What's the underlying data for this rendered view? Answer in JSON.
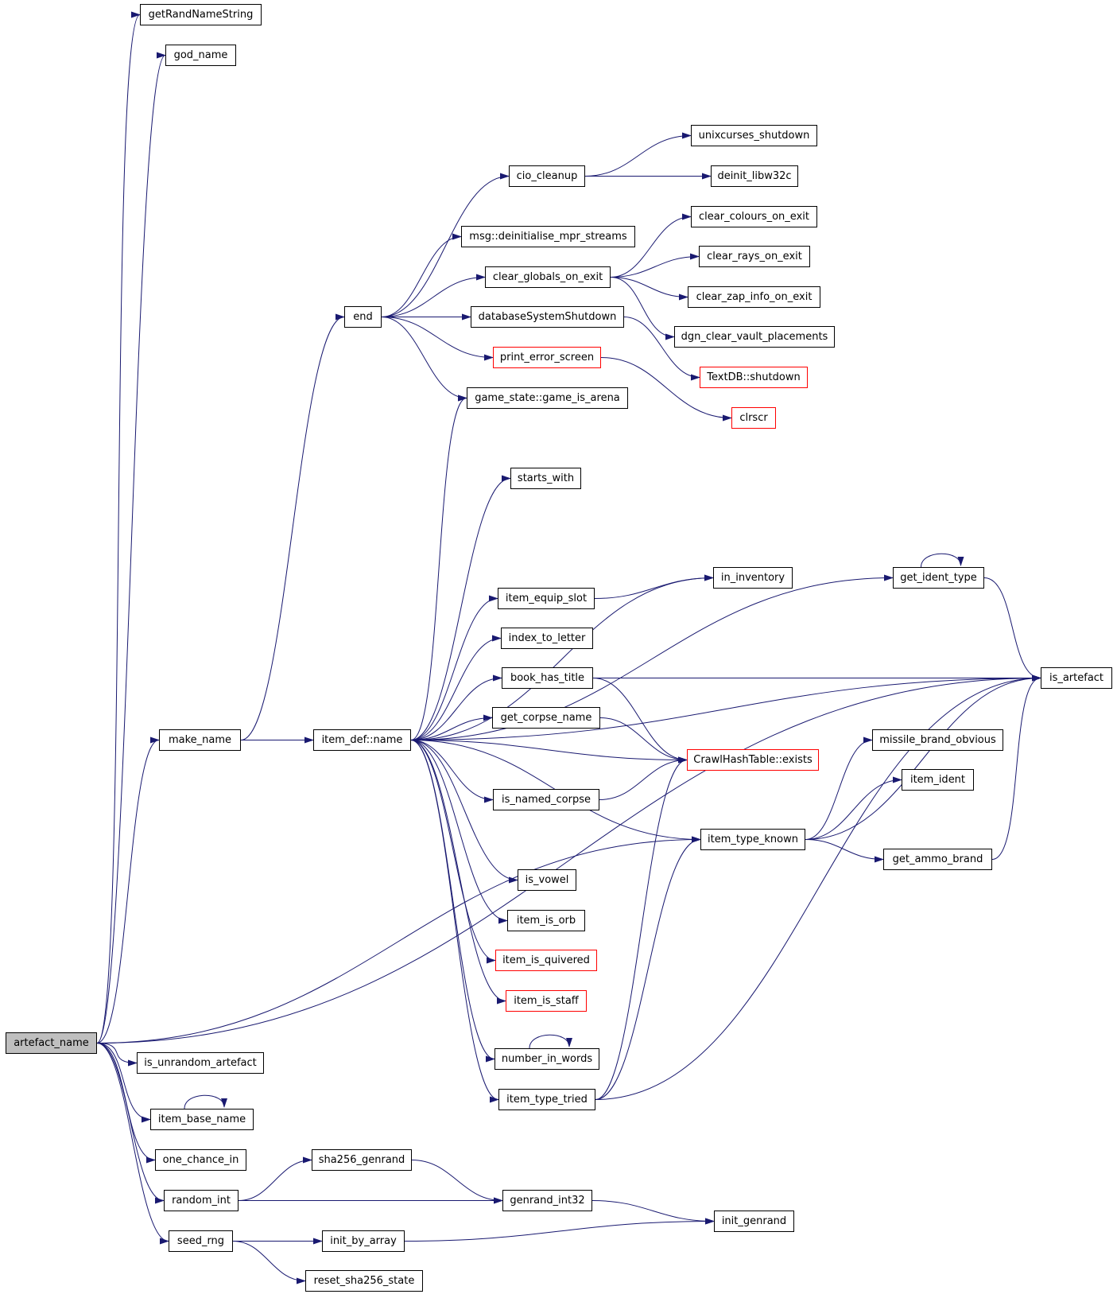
{
  "colors": {
    "edge": "#191970",
    "node_border": "#000000",
    "truncated_border": "#ff0000",
    "root_fill": "#bfbfbf"
  },
  "nodes": {
    "artefact_name": "artefact_name",
    "getRandNameString": "getRandNameString",
    "god_name": "god_name",
    "make_name": "make_name",
    "end": "end",
    "cio_cleanup": "cio_cleanup",
    "unixcurses_shutdown": "unixcurses_shutdown",
    "deinit_libw32c": "deinit_libw32c",
    "msg_deinitialise": "msg::deinitialise_mpr_streams",
    "clear_globals_on_exit": "clear_globals_on_exit",
    "clear_colours_on_exit": "clear_colours_on_exit",
    "clear_rays_on_exit": "clear_rays_on_exit",
    "clear_zap_info_on_exit": "clear_zap_info_on_exit",
    "dgn_clear_vault_placements": "dgn_clear_vault_placements",
    "databaseSystemShutdown": "databaseSystemShutdown",
    "textdb_shutdown": "TextDB::shutdown",
    "print_error_screen": "print_error_screen",
    "clrscr": "clrscr",
    "game_is_arena": "game_state::game_is_arena",
    "starts_with": "starts_with",
    "item_def_name": "item_def::name",
    "get_ident_type": "get_ident_type",
    "in_inventory": "in_inventory",
    "item_equip_slot": "item_equip_slot",
    "index_to_letter": "index_to_letter",
    "book_has_title": "book_has_title",
    "is_artefact": "is_artefact",
    "get_corpse_name": "get_corpse_name",
    "crawl_exists": "CrawlHashTable::exists",
    "missile_brand_obvious": "missile_brand_obvious",
    "is_named_corpse": "is_named_corpse",
    "item_ident": "item_ident",
    "item_type_known": "item_type_known",
    "get_ammo_brand": "get_ammo_brand",
    "is_vowel": "is_vowel",
    "item_is_orb": "item_is_orb",
    "item_is_quivered": "item_is_quivered",
    "item_is_staff": "item_is_staff",
    "number_in_words": "number_in_words",
    "item_type_tried": "item_type_tried",
    "is_unrandom_artefact": "is_unrandom_artefact",
    "item_base_name": "item_base_name",
    "one_chance_in": "one_chance_in",
    "sha256_genrand": "sha256_genrand",
    "random_int": "random_int",
    "genrand_int32": "genrand_int32",
    "init_genrand": "init_genrand",
    "seed_rng": "seed_rng",
    "init_by_array": "init_by_array",
    "reset_sha256_state": "reset_sha256_state"
  },
  "truncated_nodes": [
    "textdb_shutdown",
    "print_error_screen",
    "clrscr",
    "crawl_exists",
    "item_is_quivered",
    "item_is_staff"
  ],
  "edges": [
    [
      "artefact_name",
      "getRandNameString"
    ],
    [
      "artefact_name",
      "god_name"
    ],
    [
      "artefact_name",
      "make_name"
    ],
    [
      "artefact_name",
      "is_artefact"
    ],
    [
      "artefact_name",
      "is_unrandom_artefact"
    ],
    [
      "artefact_name",
      "item_base_name"
    ],
    [
      "artefact_name",
      "one_chance_in"
    ],
    [
      "artefact_name",
      "random_int"
    ],
    [
      "artefact_name",
      "seed_rng"
    ],
    [
      "artefact_name",
      "item_type_known"
    ],
    [
      "make_name",
      "end"
    ],
    [
      "make_name",
      "item_def_name"
    ],
    [
      "end",
      "cio_cleanup"
    ],
    [
      "end",
      "msg_deinitialise"
    ],
    [
      "end",
      "clear_globals_on_exit"
    ],
    [
      "end",
      "databaseSystemShutdown"
    ],
    [
      "end",
      "print_error_screen"
    ],
    [
      "end",
      "game_is_arena"
    ],
    [
      "cio_cleanup",
      "unixcurses_shutdown"
    ],
    [
      "cio_cleanup",
      "deinit_libw32c"
    ],
    [
      "clear_globals_on_exit",
      "clear_colours_on_exit"
    ],
    [
      "clear_globals_on_exit",
      "clear_rays_on_exit"
    ],
    [
      "clear_globals_on_exit",
      "clear_zap_info_on_exit"
    ],
    [
      "clear_globals_on_exit",
      "dgn_clear_vault_placements"
    ],
    [
      "databaseSystemShutdown",
      "textdb_shutdown"
    ],
    [
      "print_error_screen",
      "clrscr"
    ],
    [
      "item_def_name",
      "game_is_arena"
    ],
    [
      "item_def_name",
      "is_artefact"
    ],
    [
      "item_def_name",
      "starts_with"
    ],
    [
      "item_def_name",
      "get_ident_type"
    ],
    [
      "item_def_name",
      "in_inventory"
    ],
    [
      "item_def_name",
      "item_equip_slot"
    ],
    [
      "item_def_name",
      "index_to_letter"
    ],
    [
      "item_def_name",
      "book_has_title"
    ],
    [
      "item_def_name",
      "get_corpse_name"
    ],
    [
      "item_def_name",
      "crawl_exists"
    ],
    [
      "item_def_name",
      "is_named_corpse"
    ],
    [
      "item_def_name",
      "item_type_known"
    ],
    [
      "item_def_name",
      "is_vowel"
    ],
    [
      "item_def_name",
      "item_is_orb"
    ],
    [
      "item_def_name",
      "item_is_quivered"
    ],
    [
      "item_def_name",
      "item_is_staff"
    ],
    [
      "item_def_name",
      "number_in_words"
    ],
    [
      "item_def_name",
      "item_type_tried"
    ],
    [
      "get_ident_type",
      "get_ident_type"
    ],
    [
      "get_ident_type",
      "is_artefact"
    ],
    [
      "item_equip_slot",
      "in_inventory"
    ],
    [
      "book_has_title",
      "is_artefact"
    ],
    [
      "book_has_title",
      "crawl_exists"
    ],
    [
      "get_corpse_name",
      "crawl_exists"
    ],
    [
      "is_named_corpse",
      "crawl_exists"
    ],
    [
      "item_type_known",
      "missile_brand_obvious"
    ],
    [
      "item_type_known",
      "item_ident"
    ],
    [
      "item_type_known",
      "is_artefact"
    ],
    [
      "item_type_known",
      "get_ammo_brand"
    ],
    [
      "get_ammo_brand",
      "is_artefact"
    ],
    [
      "number_in_words",
      "number_in_words"
    ],
    [
      "item_type_tried",
      "is_artefact"
    ],
    [
      "item_type_tried",
      "crawl_exists"
    ],
    [
      "item_type_tried",
      "item_type_known"
    ],
    [
      "item_base_name",
      "item_base_name"
    ],
    [
      "random_int",
      "sha256_genrand"
    ],
    [
      "random_int",
      "genrand_int32"
    ],
    [
      "sha256_genrand",
      "genrand_int32"
    ],
    [
      "genrand_int32",
      "init_genrand"
    ],
    [
      "seed_rng",
      "init_by_array"
    ],
    [
      "seed_rng",
      "reset_sha256_state"
    ],
    [
      "init_by_array",
      "init_genrand"
    ]
  ]
}
